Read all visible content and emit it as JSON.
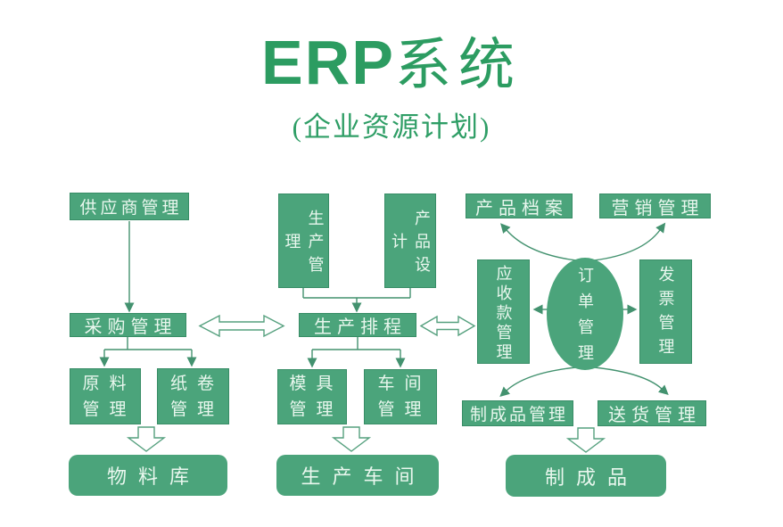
{
  "title": {
    "latin": "ERP",
    "cjk": "系统",
    "subtitle": "(企业资源计划)"
  },
  "colors": {
    "node_green": "#4ba47b",
    "title_green": "#2c9c61",
    "connector_green": "#43926f",
    "node_text": "#e9f7ee",
    "background": "#ffffff"
  },
  "nodes": {
    "supplier": {
      "label": "供应商管理"
    },
    "purchasing": {
      "label": "采购管理"
    },
    "production_mgmt": {
      "label": "生产管理"
    },
    "product_design": {
      "label": "产品设计"
    },
    "product_archive": {
      "label": "产品档案"
    },
    "marketing": {
      "label": "营销管理"
    },
    "receivables": {
      "label": "应收款管理"
    },
    "order_mgmt": {
      "label": "订单管理"
    },
    "invoice": {
      "label": "发票管理"
    },
    "scheduling": {
      "label": "生产排程"
    },
    "raw_material": {
      "label": "原料管理"
    },
    "paper_roll": {
      "label": "纸卷管理"
    },
    "mold": {
      "label": "模具管理"
    },
    "workshop_mgmt": {
      "label": "车间管理"
    },
    "finished_mgmt": {
      "label": "制成品管理"
    },
    "delivery": {
      "label": "送货管理"
    },
    "material_store": {
      "label": "物料库"
    },
    "production_workshop": {
      "label": "生产车间"
    },
    "finished_goods": {
      "label": "制成品"
    }
  }
}
